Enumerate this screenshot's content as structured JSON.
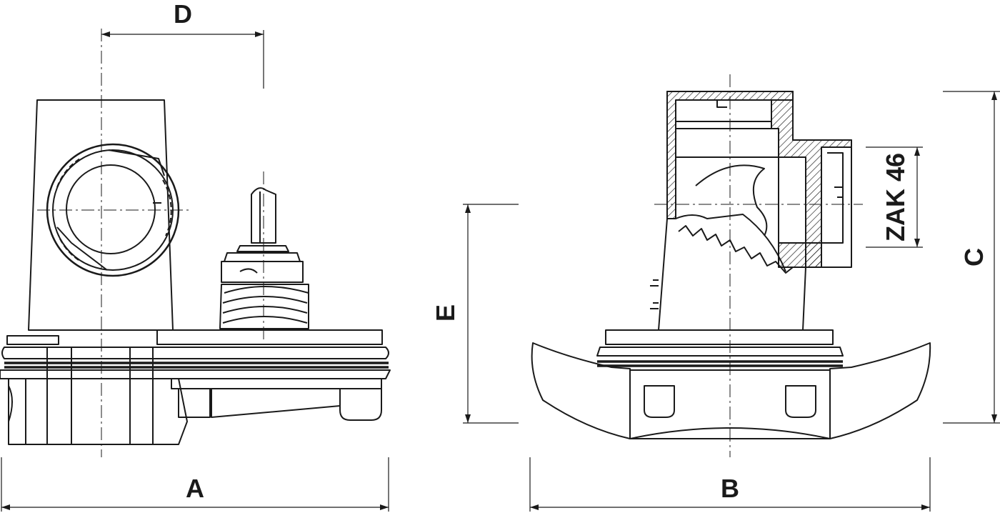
{
  "labels": {
    "dim_a": "A",
    "dim_b": "B",
    "dim_c": "C",
    "dim_d": "D",
    "dim_e": "E",
    "connector_spec": "ZAK 46"
  },
  "colors": {
    "ink": "#1a1a1a",
    "paper": "#ffffff"
  }
}
